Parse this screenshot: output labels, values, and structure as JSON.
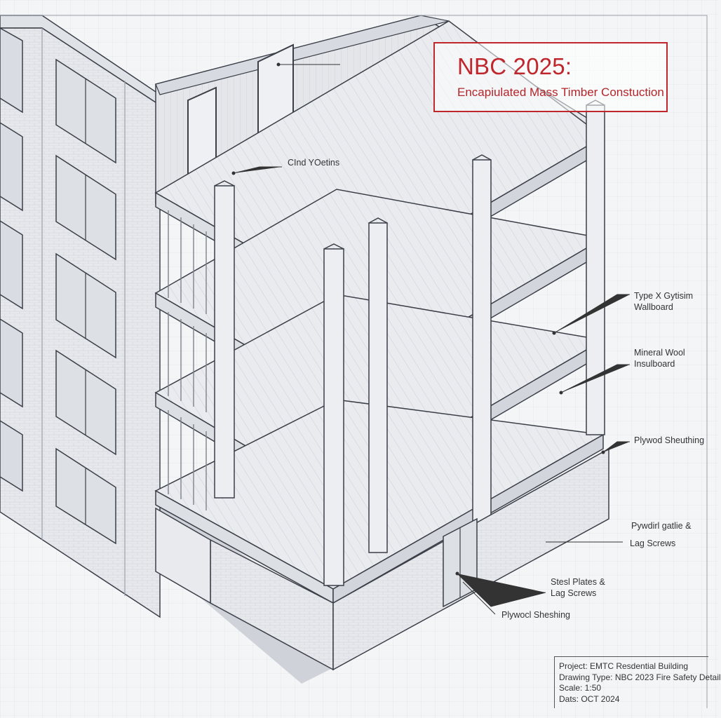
{
  "title": {
    "main": "NBC 2025:",
    "sub": "Encapiulated Mass Timber Constuction"
  },
  "callouts": [
    {
      "id": "cind",
      "lines": [
        "CInd YOetins"
      ]
    },
    {
      "id": "gypsum",
      "lines": [
        "Type X Gytisim",
        "Wallboard"
      ]
    },
    {
      "id": "mineral",
      "lines": [
        "Mineral Wool",
        "Insulboard"
      ]
    },
    {
      "id": "plywood1",
      "lines": [
        "Plywod Sheuthing"
      ]
    },
    {
      "id": "plywdirl",
      "lines": [
        "Pywdirl gatlie &"
      ]
    },
    {
      "id": "lag1",
      "lines": [
        "Lag Screws"
      ]
    },
    {
      "id": "steel",
      "lines": [
        "Stesl Plates &",
        "Lag Screws"
      ]
    },
    {
      "id": "plywood2",
      "lines": [
        "Plywocl Sheshing"
      ]
    }
  ],
  "title_block": {
    "project": "Project: EMTC Resdential Building",
    "drawing_type": "Drawing Type: NBC 2023 Fire Safety Detail",
    "scale": "Scale: 1:50",
    "date": "Dats: OCT 2024"
  },
  "colors": {
    "accent_red": "#c0272d",
    "line": "#3b3f48",
    "paper": "#f4f5f7"
  }
}
